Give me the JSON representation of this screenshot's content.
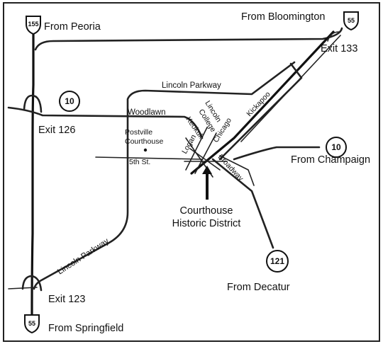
{
  "interstates": [
    {
      "number": "155",
      "label": "From Peoria"
    },
    {
      "number": "55",
      "label": "From Bloomington"
    },
    {
      "number": "55",
      "label": "From Springfield"
    }
  ],
  "routes": [
    {
      "number": "10",
      "label": ""
    },
    {
      "number": "10",
      "label": "From Champaign"
    },
    {
      "number": "121",
      "label": "From Decatur"
    }
  ],
  "exits": [
    "Exit 133",
    "Exit 126",
    "Exit 123"
  ],
  "streets": {
    "lincoln_parkway_north": "Lincoln Parkway",
    "lincoln_parkway_south": "Lincoln Parkway",
    "woodlawn": "Woodlawn",
    "fifth_st": "5th St.",
    "keokuk": "Keokuk",
    "lincoln_college": [
      "Lincoln",
      "College"
    ],
    "chicago": "Chicago",
    "kickapoo": "Kickapoo",
    "logan": "Logan",
    "broadway": "Broadway"
  },
  "landmarks": {
    "postville": [
      "Postville",
      "Courthouse"
    ],
    "district": [
      "Courthouse",
      "Historic District"
    ]
  }
}
